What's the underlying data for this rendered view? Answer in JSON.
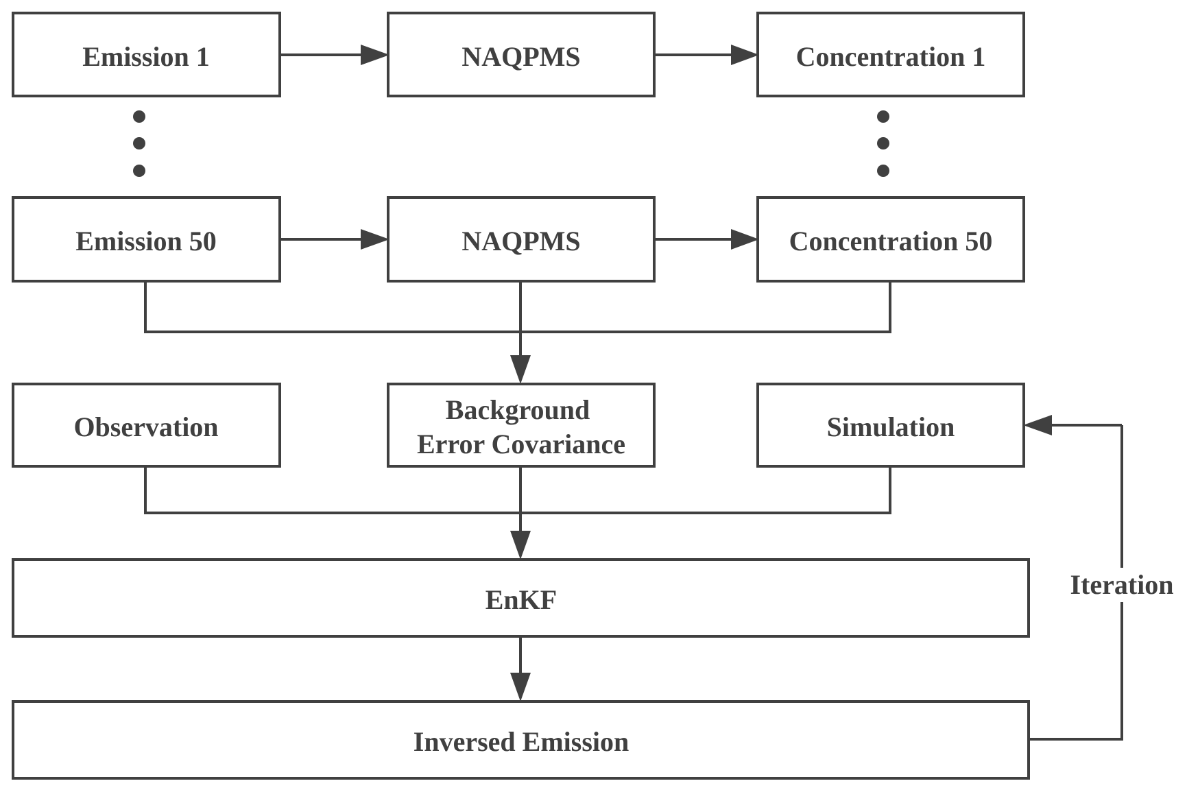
{
  "nodes": {
    "emission_1": "Emission 1",
    "naqpms_1": "NAQPMS",
    "concentration_1": "Concentration 1",
    "emission_50": "Emission 50",
    "naqpms_50": "NAQPMS",
    "concentration_50": "Concentration 50",
    "observation": "Observation",
    "background_line1": "Background",
    "background_line2": "Error Covariance",
    "simulation": "Simulation",
    "enkf": "EnKF",
    "inversed_emission": "Inversed Emission"
  },
  "edge_labels": {
    "iteration": "Iteration"
  },
  "colors": {
    "stroke": "#404040",
    "background": "#ffffff"
  }
}
